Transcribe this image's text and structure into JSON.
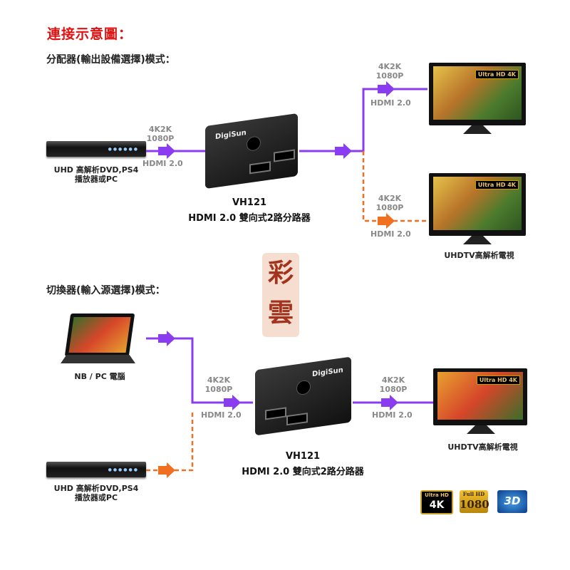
{
  "title": "連接示意圖：",
  "splitter": {
    "heading": "分配器(輸出設備選擇)模式：",
    "source_label": [
      "UHD 高解析DVD,PS4",
      "播放器或PC"
    ],
    "in_signal": {
      "res": "4K2K",
      "p": "1080P",
      "hdmi": "HDMI 2.0"
    },
    "out1_signal": {
      "res": "4K2K",
      "p": "1080P",
      "hdmi": "HDMI 2.0"
    },
    "out2_signal": {
      "res": "4K2K",
      "p": "1080P",
      "hdmi": "HDMI 2.0"
    },
    "model": "VH121",
    "model_desc": "HDMI 2.0  雙向式2路分路器",
    "tv_label": "UHDTV高解析電視",
    "tv_badge": "Ultra HD 4K"
  },
  "switcher": {
    "heading": "切換器(輸入源選擇)模式：",
    "laptop_label": "NB / PC 電腦",
    "source_label": [
      "UHD 高解析DVD,PS4",
      "播放器或PC"
    ],
    "in_signal": {
      "res": "4K2K",
      "p": "1080P",
      "hdmi": "HDMI 2.0"
    },
    "out_signal": {
      "res": "4K2K",
      "p": "1080P",
      "hdmi": "HDMI 2.0"
    },
    "model": "VH121",
    "model_desc": "HDMI 2.0  雙向式2路分路器",
    "tv_label": "UHDTV高解析電視",
    "tv_badge": "Ultra HD 4K"
  },
  "brand": "DigiSun",
  "seal": [
    "彩",
    "雲"
  ],
  "logos": {
    "uhd": [
      "Ultra HD",
      "4K"
    ],
    "fhd": [
      "Full HD",
      "1080"
    ],
    "threed": "3D"
  },
  "colors": {
    "active": "#8a3cf0",
    "standby": "#f07020",
    "title": "#e01010"
  }
}
